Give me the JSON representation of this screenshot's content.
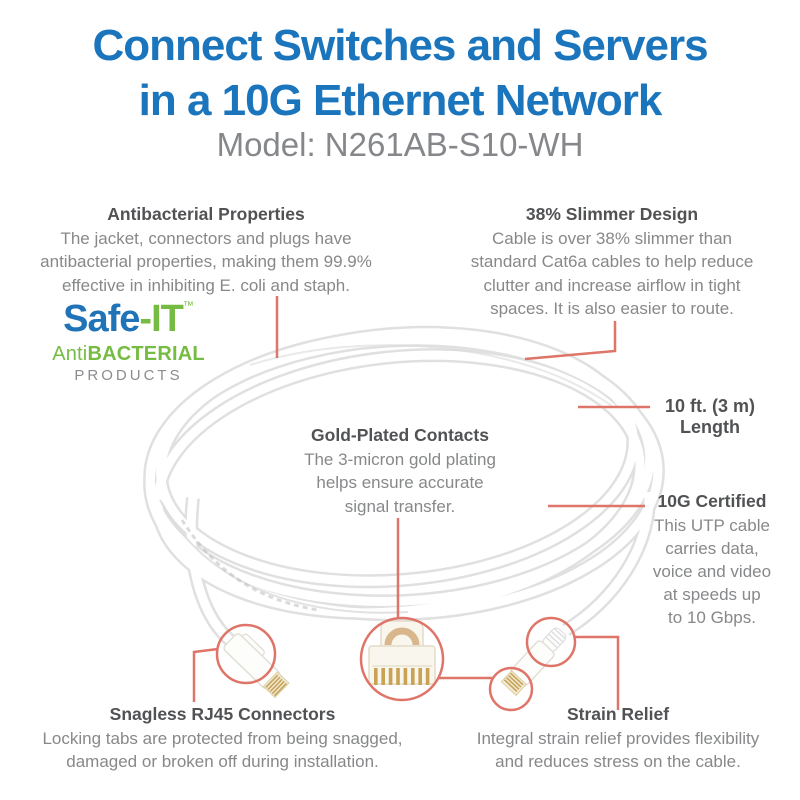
{
  "header": {
    "title": "Connect Switches and Servers\nin a 10G Ethernet Network",
    "model": "Model: N261AB-S10-WH"
  },
  "logo": {
    "safe": "Safe",
    "it": "-IT",
    "tm": "™",
    "anti": "Anti",
    "bacterial": "BACTERIAL",
    "products": "PRODUCTS"
  },
  "features": {
    "antibacterial": {
      "title": "Antibacterial Properties",
      "body": "The jacket, connectors and plugs have\nantibacterial properties, making them 99.9%\neffective in inhibiting E. coli and staph."
    },
    "slimmer": {
      "title": "38% Slimmer Design",
      "body": "Cable is over 38% slimmer than\nstandard Cat6a cables to help reduce\nclutter and increase airflow in tight\nspaces. It is also easier to route."
    },
    "gold": {
      "title": "Gold-Plated Contacts",
      "body": "The 3-micron gold plating\nhelps ensure accurate\nsignal transfer."
    },
    "length": {
      "title": "10 ft. (3 m)\nLength"
    },
    "certified": {
      "title": "10G Certified",
      "body": "This UTP cable\ncarries data,\nvoice and video\nat speeds up\nto 10 Gbps."
    },
    "snagless": {
      "title": "Snagless RJ45 Connectors",
      "body": "Locking tabs are protected from being snagged,\ndamaged or broken off during installation."
    },
    "strain": {
      "title": "Strain Relief",
      "body": "Integral strain relief provides flexibility\nand reduces stress on the cable."
    }
  },
  "colors": {
    "title_blue": "#1B75BC",
    "logo_blue": "#2173B8",
    "logo_green": "#76BC43",
    "heading_gray": "#515254",
    "body_gray": "#87888A",
    "model_gray": "#85878A",
    "callout_coral": "#DF7468",
    "cable_white": "#FFFFFF",
    "cable_edge": "#E0E0E0",
    "contact_gold": "#C9A253"
  }
}
